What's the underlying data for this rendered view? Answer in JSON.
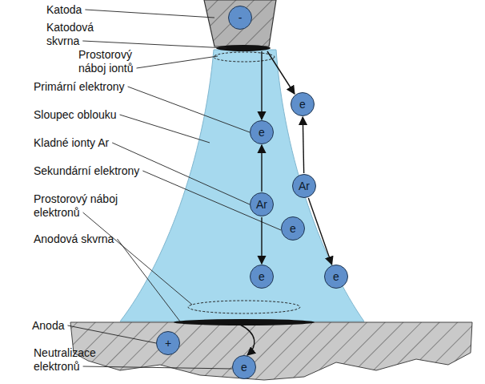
{
  "diagram": {
    "nodes": [
      {
        "text": [
          "-"
        ]
      },
      {
        "text": [
          "e"
        ]
      },
      {
        "text": [
          "e"
        ]
      },
      {
        "text": [
          "Ar"
        ]
      },
      {
        "text": [
          "Ar"
        ]
      },
      {
        "text": [
          "e"
        ]
      },
      {
        "text": [
          "e"
        ]
      },
      {
        "text": [
          "e"
        ]
      },
      {
        "text": [
          "+"
        ]
      },
      {
        "text": [
          "e"
        ]
      }
    ],
    "edges": [
      {
        "from": 4,
        "to": 2,
        "arrow": "to"
      },
      {
        "from": 4,
        "to": 6,
        "arrow": "to"
      },
      {
        "from": 3,
        "to": 1,
        "arrow": "to"
      },
      {
        "from": 3,
        "to": 7,
        "arrow": "to"
      }
    ],
    "labels": [
      "Katoda",
      "Katodová skvrna",
      "Prostorový náboj iontů",
      "Primární elektrony",
      "Sloupec oblouku",
      "Kladné ionty Ar",
      "Sekundární elektrony",
      "Prostorový náboj elektronů",
      "Anodová skvrna",
      "Anoda",
      "Neutralizace elektronů"
    ]
  }
}
